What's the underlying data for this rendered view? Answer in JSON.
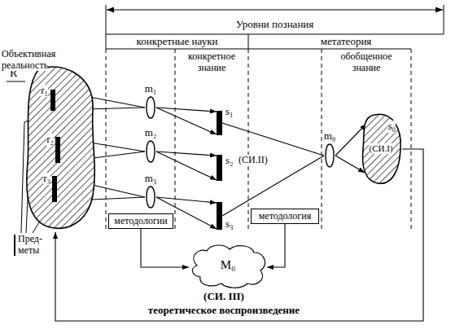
{
  "diagram": {
    "nodes": [
      {
        "text": [
          "R"
        ]
      },
      {
        "text": [
          "r₁"
        ],
        "in": 0
      },
      {
        "text": [
          "r₂"
        ],
        "in": 0
      },
      {
        "text": [
          "r₃"
        ],
        "in": 0
      },
      {
        "text": [
          "m₁"
        ]
      },
      {
        "text": [
          "m₂"
        ]
      },
      {
        "text": [
          "m₃"
        ]
      },
      {
        "text": [
          "s₁"
        ]
      },
      {
        "text": [
          "s₂",
          "(СИ.II)"
        ]
      },
      {
        "text": [
          "s₃"
        ]
      },
      {
        "text": [
          "m₀"
        ]
      },
      {
        "text": [
          "s₀",
          "(СИ.I)"
        ]
      },
      {
        "text": [
          "методологии"
        ]
      },
      {
        "text": [
          "методология"
        ]
      },
      {
        "text": [
          "M₀"
        ]
      }
    ],
    "edges": [
      {
        "from": 1,
        "to": 4,
        "arrow": "none"
      },
      {
        "from": 4,
        "to": 7,
        "arrow": "to"
      },
      {
        "from": 2,
        "to": 5,
        "arrow": "none"
      },
      {
        "from": 5,
        "to": 8,
        "arrow": "to"
      },
      {
        "from": 3,
        "to": 6,
        "arrow": "none"
      },
      {
        "from": 6,
        "to": 9,
        "arrow": "to"
      },
      {
        "from": 7,
        "to": 10,
        "arrow": "none"
      },
      {
        "from": 9,
        "to": 10,
        "arrow": "none"
      },
      {
        "from": 10,
        "to": 11,
        "arrow": "to"
      },
      {
        "from": 12,
        "to": 14,
        "arrow": "to"
      },
      {
        "from": 13,
        "to": 14,
        "arrow": "to"
      },
      {
        "from": 11,
        "to": 0,
        "arrow": "to",
        "label": "теоретическое воспроизведение"
      }
    ],
    "labels": [
      "Объективная реальность",
      "Уровни познания",
      "конкретные науки",
      "метатеория",
      "конкретное знание",
      "обобщенное знание",
      "Пред- меты",
      "(СИ. III)"
    ]
  }
}
